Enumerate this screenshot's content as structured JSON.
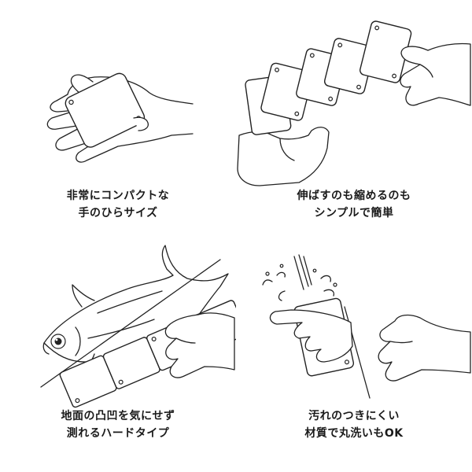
{
  "panels": {
    "compact": {
      "caption_line1": "非常にコンパクトな",
      "caption_line2": "手のひらサイズ"
    },
    "extend": {
      "caption_line1": "伸ばすのも縮めるのも",
      "caption_line2": "シンプルで簡単"
    },
    "fish": {
      "caption_line1": "地面の凸凹を気にせず",
      "caption_line2": "測れるハードタイプ"
    },
    "wash": {
      "caption_line1": "汚れのつきにくい",
      "caption_line2": "材質で丸洗いもOK"
    }
  }
}
